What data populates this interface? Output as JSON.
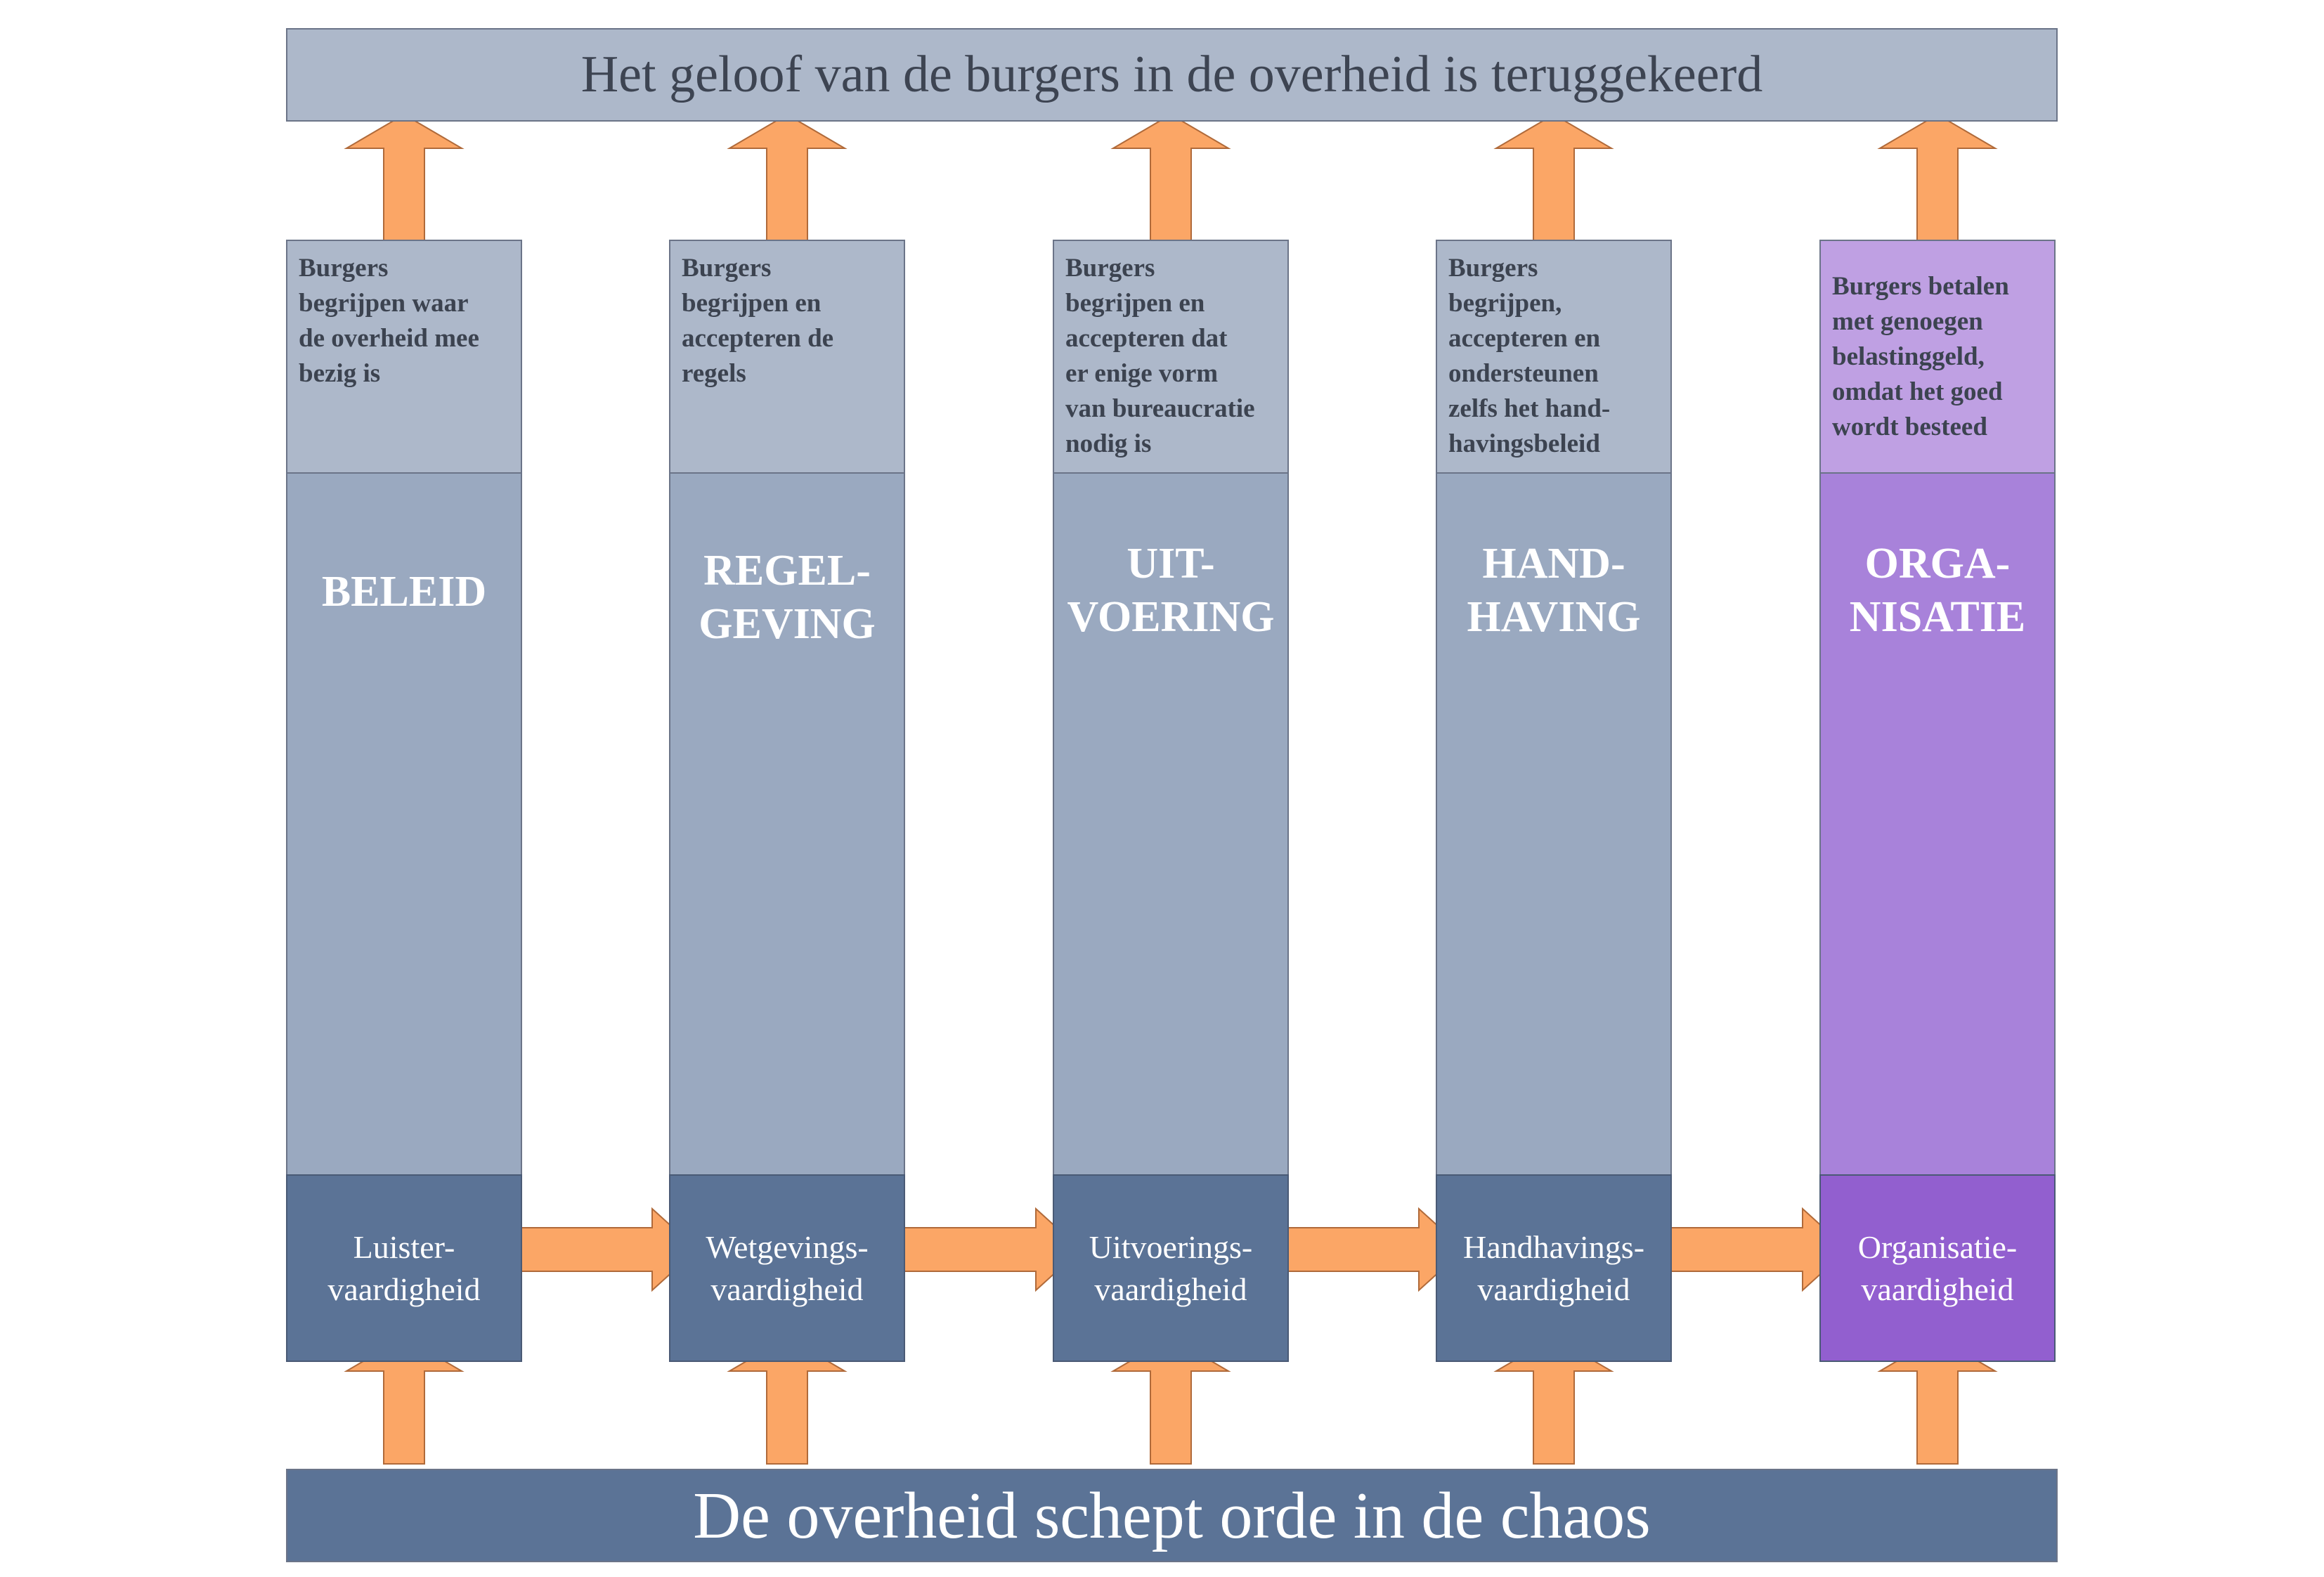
{
  "top_banner": "Het geloof van de burgers in de overheid is teruggekeerd",
  "bottom_banner": "De overheid schept orde in de chaos",
  "columns": [
    {
      "key": "beleid",
      "description": "Burgers\nbegrijpen waar\nde overheid mee\nbezig is",
      "pillar": "BELEID",
      "skill": "Luister-\nvaardigheid"
    },
    {
      "key": "regelgeving",
      "description": "Burgers\nbegrijpen en\naccepteren de\nregels",
      "pillar": "REGEL-\nGEVING",
      "skill": "Wetgevings-\nvaardigheid"
    },
    {
      "key": "uitvoering",
      "description": "Burgers\nbegrijpen en\naccepteren dat\ner enige vorm\nvan bureaucratie\nnodig is",
      "pillar": "UIT-\nVOERING",
      "skill": "Uitvoerings-\nvaardigheid"
    },
    {
      "key": "handhaving",
      "description": "Burgers\nbegrijpen,\naccepteren en\nondersteunen\nzelfs het hand-\nhavingsbeleid",
      "pillar": "HAND-\nHAVING",
      "skill": "Handhavings-\nvaardigheid"
    },
    {
      "key": "organisatie",
      "description": "Burgers betalen\nmet genoegen\nbelastinggeld,\nomdat het goed\nwordt besteed",
      "pillar": "ORGA-\nNISATIE",
      "skill": "Organisatie-\nvaardigheid"
    }
  ],
  "colors": {
    "arrow_fill": "#fba666",
    "arrow_stroke": "#b06a3a",
    "desc_blue": "#adb8ca",
    "pillar_blue": "#9aa9c0",
    "skill_blue": "#5b7396",
    "desc_purple": "#bfa0e3",
    "pillar_purple": "#a882da",
    "skill_purple": "#925fcf"
  }
}
